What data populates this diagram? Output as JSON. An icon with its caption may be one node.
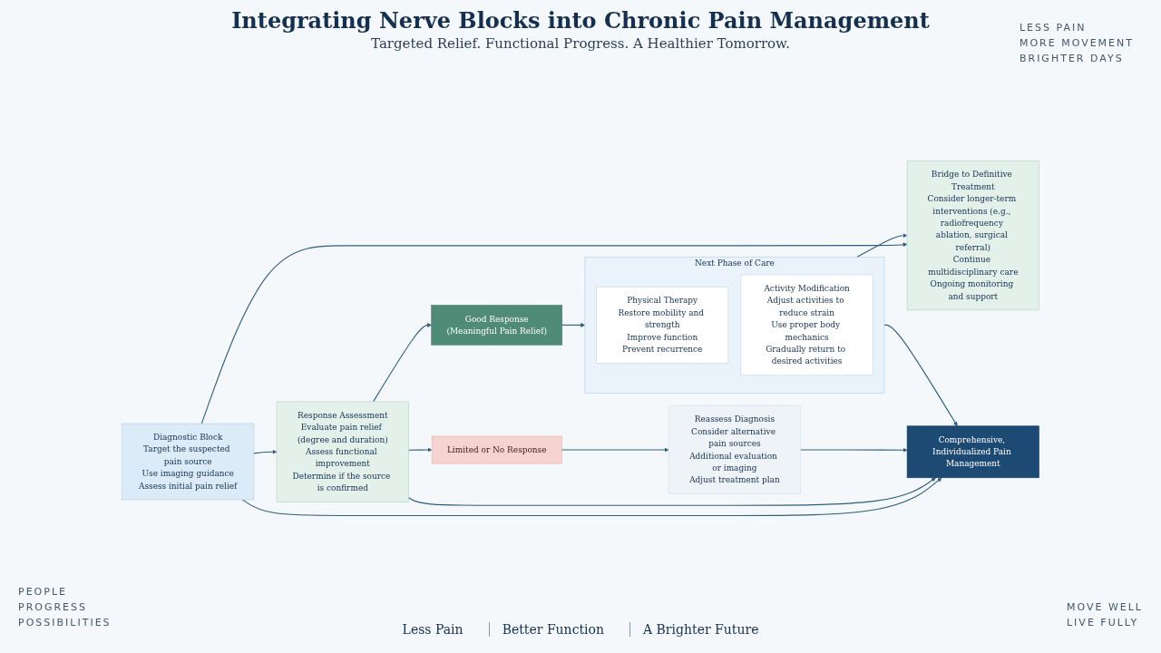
{
  "diagram": {
    "title": "Integrating Nerve Blocks into Chronic Pain Management",
    "nodes": [
      {
        "text": [
          "Diagnostic Block",
          "Target the suspected pain source",
          "Use imaging guidance",
          "Assess initial pain relief"
        ]
      },
      {
        "text": [
          "Response Assessment",
          "Evaluate pain relief (degree and duration)",
          "Assess functional improvement",
          "Determine if the source is confirmed"
        ]
      },
      {
        "text": [
          "Good Response",
          "(Meaningful Pain Relief)"
        ]
      },
      {
        "text": [
          "Limited or No Response"
        ]
      },
      {
        "text": [
          "Reassess Diagnosis",
          "Consider alternative pain sources",
          "Additional evaluation or imaging",
          "Adjust treatment plan"
        ]
      },
      {
        "text": [
          "Next Phase of Care"
        ]
      },
      {
        "text": [
          "Physical Therapy",
          "Restore mobility and strength",
          "Improve function",
          "Prevent recurrence"
        ],
        "in": 5
      },
      {
        "text": [
          "Activity Modification",
          "Adjust activities to reduce strain",
          "Use proper body mechanics",
          "Gradually return to desired activities"
        ],
        "in": 5
      },
      {
        "text": [
          "Bridge to Definitive Treatment",
          "Consider longer-term interventions (e.g., radiofrequency ablation, surgical referral)",
          "Continue multidisciplinary care",
          "Ongoing monitoring and support"
        ]
      },
      {
        "text": [
          "Comprehensive, Individualized Pain Management"
        ],
        "beside": [
          "Less Pain",
          "Better Function",
          "A Brighter Future"
        ]
      }
    ],
    "edges": [
      {
        "from": 0,
        "to": 1,
        "arrow": "to"
      },
      {
        "from": 1,
        "to": 2,
        "arrow": "to"
      },
      {
        "from": 1,
        "to": 3,
        "arrow": "to"
      },
      {
        "from": 2,
        "to": 5,
        "arrow": "to"
      },
      {
        "from": 3,
        "to": 4,
        "arrow": "to"
      },
      {
        "from": 5,
        "to": 8,
        "arrow": "to"
      },
      {
        "from": 0,
        "to": 9,
        "arrow": "to"
      },
      {
        "from": 1,
        "to": 9,
        "arrow": "to"
      },
      {
        "from": 4,
        "to": 9,
        "arrow": "to"
      },
      {
        "from": 5,
        "to": 9,
        "arrow": "to"
      },
      {
        "from": 0,
        "to": 8,
        "arrow": "to"
      }
    ],
    "labels": [
      "Targeted Relief. Functional Progress. A Healthier Tomorrow.",
      "LESS PAIN",
      "MORE MOVEMENT",
      "BRIGHTER DAYS",
      "PEOPLE",
      "PROGRESS",
      "POSSIBILITIES",
      "MOVE WELL",
      "LIVE FULLY"
    ]
  }
}
